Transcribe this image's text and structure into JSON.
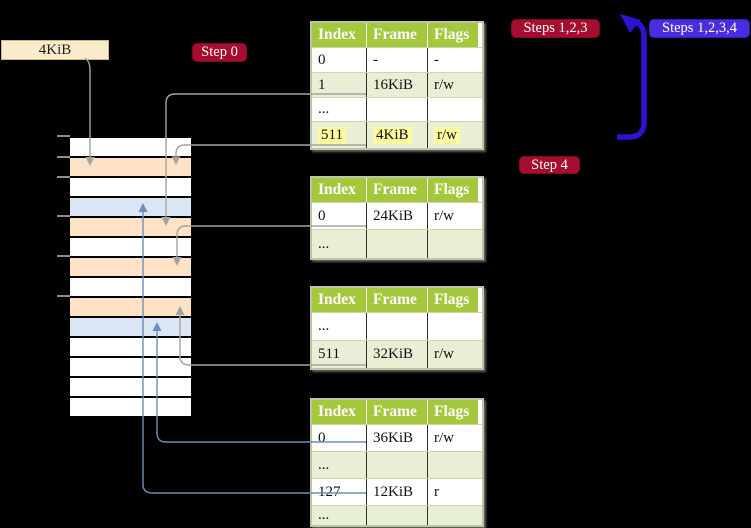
{
  "legend_box": {
    "label": "4KiB"
  },
  "badges": {
    "step0": "Step 0",
    "steps123": "Steps 1,2,3",
    "steps1234": "Steps 1,2,3,4",
    "step4": "Step 4"
  },
  "colors": {
    "background": "#000000",
    "crimson_badge": "#a60d2e",
    "violet_badge": "#4b2ce1",
    "loop_arrow_blue": "#2c12d3",
    "connector_gray": "#a3a3a3",
    "connector_blue": "#6c8ebf",
    "table_header_green": "#a5c73c",
    "table_row_green": "#e9efd5",
    "table_row_white": "#ffffff",
    "highlight_yellow": "#fcf99e",
    "strip_peach": "#fde2c6",
    "strip_blue": "#dbe6f5",
    "cream_box": "#f9ecca"
  },
  "tables": {
    "headers": [
      "Index",
      "Frame",
      "Flags"
    ],
    "level4": {
      "rows": [
        [
          "0",
          "-",
          "-"
        ],
        [
          "1",
          "16KiB",
          "r/w"
        ],
        [
          "...",
          "",
          ""
        ],
        [
          "511",
          "4KiB",
          "r/w"
        ]
      ]
    },
    "level3": {
      "rows": [
        [
          "0",
          "24KiB",
          "r/w"
        ],
        [
          "...",
          "",
          ""
        ]
      ]
    },
    "level2": {
      "rows": [
        [
          "...",
          "",
          ""
        ],
        [
          "511",
          "32KiB",
          "r/w"
        ]
      ]
    },
    "level1": {
      "rows": [
        [
          "0",
          "36KiB",
          "r/w"
        ],
        [
          "...",
          "",
          ""
        ],
        [
          "127",
          "12KiB",
          "r"
        ],
        [
          "...",
          "",
          ""
        ]
      ]
    }
  },
  "memory_strip": {
    "row_colors": [
      "#ffffff",
      "#fde2c6",
      "#ffffff",
      "#dbe6f5",
      "#fde2c6",
      "#ffffff",
      "#fde2c6",
      "#ffffff",
      "#fde2c6",
      "#dbe6f5",
      "#ffffff",
      "#ffffff",
      "#ffffff",
      "#ffffff"
    ]
  }
}
